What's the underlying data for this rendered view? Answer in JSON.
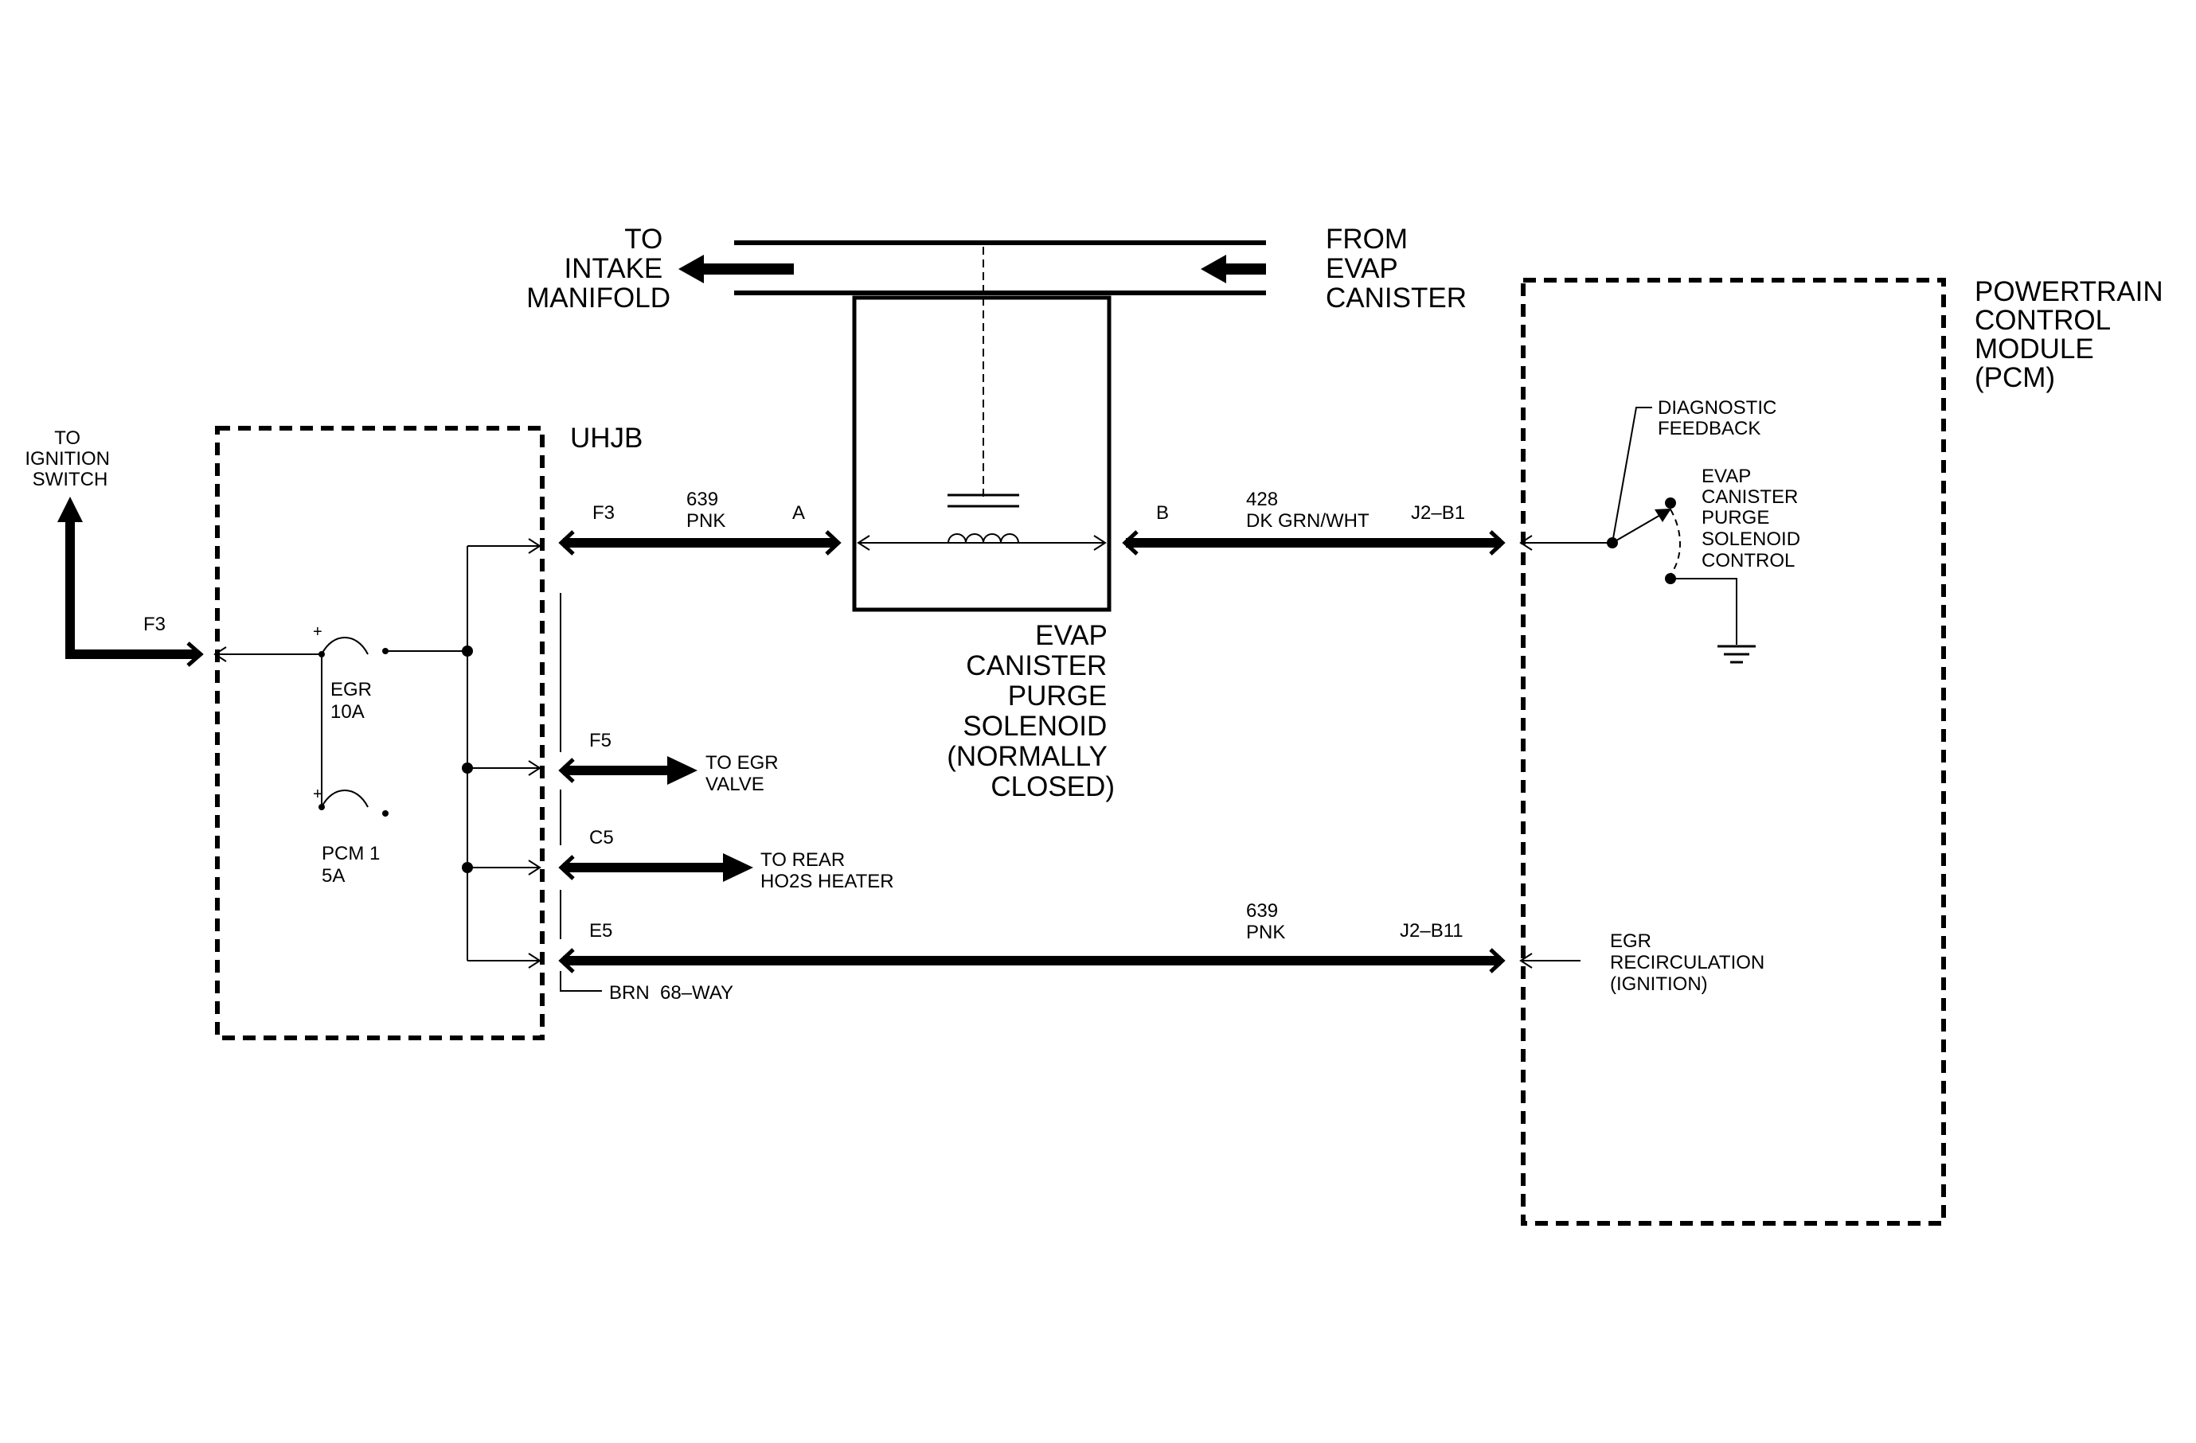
{
  "vacuum": {
    "to_lines": [
      "TO",
      "INTAKE",
      "MANIFOLD"
    ],
    "from_lines": [
      "FROM",
      "EVAP",
      "CANISTER"
    ]
  },
  "pcm": {
    "title_lines": [
      "POWERTRAIN",
      "CONTROL",
      "MODULE",
      "(PCM)"
    ],
    "diag_lines": [
      "DIAGNOSTIC",
      "FEEDBACK"
    ],
    "control_lines": [
      "EVAP",
      "CANISTER",
      "PURGE",
      "SOLENOID",
      "CONTROL"
    ],
    "egr_lines": [
      "EGR",
      "RECIRCULATION",
      "(IGNITION)"
    ]
  },
  "ignition": {
    "lines": [
      "TO",
      "IGNITION",
      "SWITCH"
    ],
    "terminal": "F3"
  },
  "uhjb": {
    "title": "UHJB",
    "fuse_egr": [
      "EGR",
      "10A"
    ],
    "fuse_pcm": [
      "PCM 1",
      "5A"
    ],
    "connector_note": "BRN  68–WAY"
  },
  "solenoid": {
    "name_lines": [
      "EVAP",
      "CANISTER",
      "PURGE",
      "SOLENOID",
      "(NORMALLY",
      "CLOSED)"
    ],
    "pin_a": "A",
    "pin_b": "B"
  },
  "circuits": {
    "c1": {
      "terminal": "F3",
      "number": "639",
      "color": "PNK"
    },
    "c2": {
      "number": "428",
      "color": "DK GRN/WHT",
      "pcm_pin": "J2–B1"
    },
    "c3": {
      "terminal": "F5",
      "dest_lines": [
        "TO EGR",
        "VALVE"
      ]
    },
    "c4": {
      "terminal": "C5",
      "dest_lines": [
        "TO REAR",
        "HO2S HEATER"
      ]
    },
    "c5": {
      "terminal": "E5",
      "number": "639",
      "color": "PNK",
      "pcm_pin": "J2–B11"
    }
  },
  "colors": {
    "ink": "#000000",
    "paper": "#ffffff"
  },
  "icons": [
    "arrow-icon",
    "fuse-icon",
    "coil-icon",
    "ground-icon",
    "switch-icon",
    "connector-icon"
  ]
}
